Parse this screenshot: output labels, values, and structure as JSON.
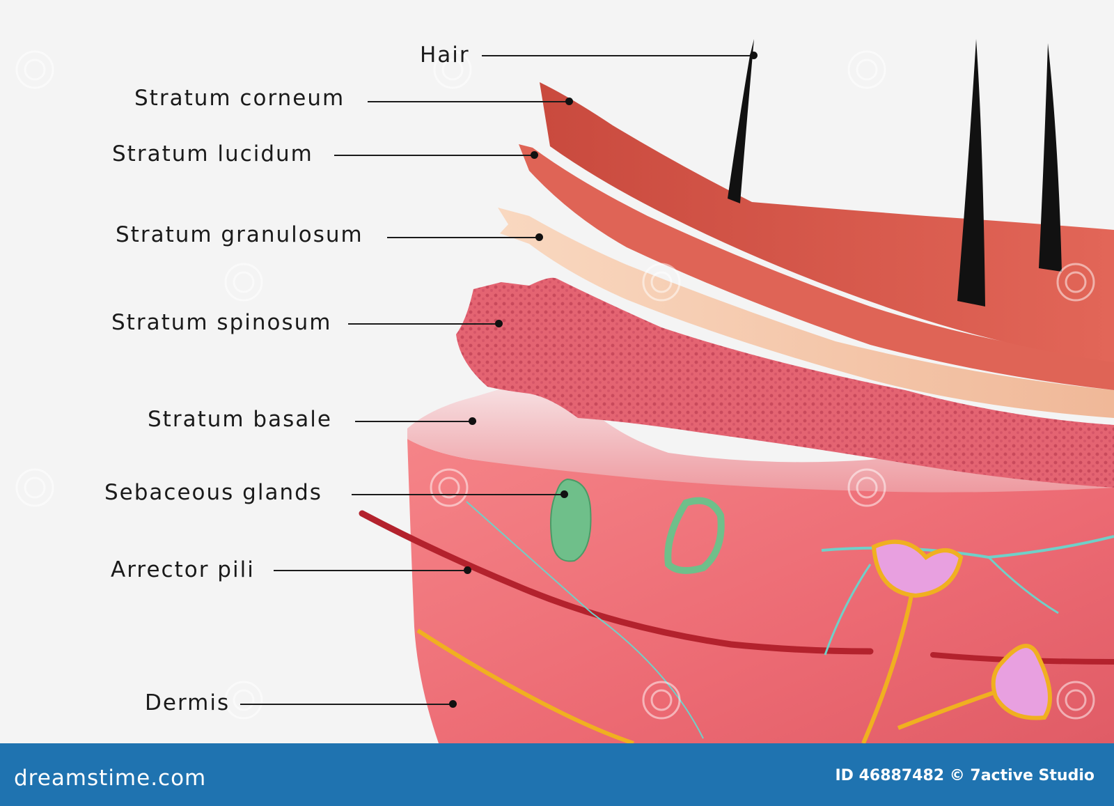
{
  "labels": {
    "hair": "Hair",
    "stratum_corneum": "Stratum corneum",
    "stratum_lucidum": "Stratum lucidum",
    "stratum_granulosum": "Stratum granulosum",
    "stratum_spinosum": "Stratum spinosum",
    "stratum_basale": "Stratum basale",
    "sebaceous_glands": "Sebaceous glands",
    "arrector_pili": "Arrector pili",
    "dermis": "Dermis"
  },
  "footer": {
    "logo": "dreamstime.com",
    "credit": "ID 46887482 © 7active Studio"
  },
  "colors": {
    "background": "#f4f4f4",
    "footer": "#1f73b0",
    "corneum": "#d8574b",
    "lucidum": "#e0685a",
    "granulosum": "#f4c4a6",
    "spinosum": "#e06070",
    "basale": "#f2c8cc",
    "dermis": "#f07078",
    "gland": "#6fbf8a",
    "arrector": "#b0202a",
    "nerve": "#f0b020",
    "capillary": "#70d0c8",
    "corpuscle": "#e8a0e0"
  }
}
